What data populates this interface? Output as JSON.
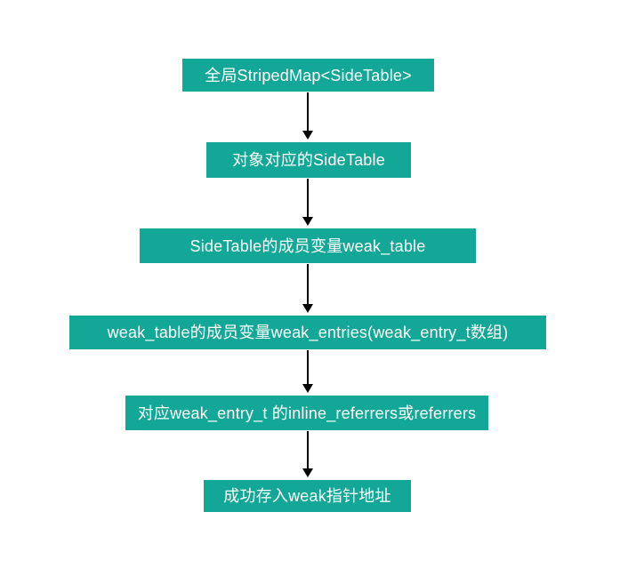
{
  "diagram": {
    "type": "flowchart",
    "background_color": "#ffffff",
    "accent_color": "#12a796",
    "text_color": "#ffffff",
    "arrow_color": "#000000",
    "nodes": [
      {
        "id": "striped-map",
        "label": "全局StripedMap<SideTable>"
      },
      {
        "id": "side-table",
        "label": "对象对应的SideTable"
      },
      {
        "id": "weak-table",
        "label": "SideTable的成员变量weak_table"
      },
      {
        "id": "weak-entries",
        "label": "weak_table的成员变量weak_entries(weak_entry_t数组)"
      },
      {
        "id": "referrers",
        "label": "对应weak_entry_t 的inline_referrers或referrers"
      },
      {
        "id": "store-success",
        "label": "成功存入weak指针地址"
      }
    ],
    "edges": [
      {
        "from": "striped-map",
        "to": "side-table"
      },
      {
        "from": "side-table",
        "to": "weak-table"
      },
      {
        "from": "weak-table",
        "to": "weak-entries"
      },
      {
        "from": "weak-entries",
        "to": "referrers"
      },
      {
        "from": "referrers",
        "to": "store-success"
      }
    ]
  }
}
